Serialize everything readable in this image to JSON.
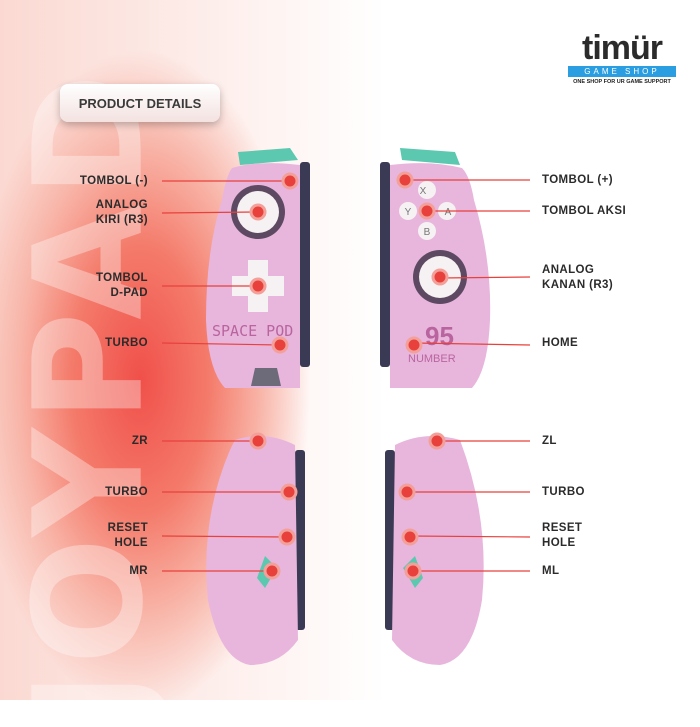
{
  "brand": {
    "name": "timür",
    "sub": "GAME SHOP",
    "tagline": "ONE SHOP FOR UR GAME SUPPORT"
  },
  "background_text": "JOYPAD",
  "header": "PRODUCT DETAILS",
  "controller_prints": {
    "left": "SPACE POD",
    "right_number": "95",
    "right_word": "NUMBER"
  },
  "face_buttons": [
    "X",
    "Y",
    "A",
    "B"
  ],
  "left_labels": [
    {
      "name": "tombol-minus",
      "lines": [
        "TOMBOL (-)"
      ]
    },
    {
      "name": "analog-kiri",
      "lines": [
        "ANALOG",
        "KIRI (R3)"
      ]
    },
    {
      "name": "tombol-dpad",
      "lines": [
        "TOMBOL",
        "D-PAD"
      ]
    },
    {
      "name": "turbo-front",
      "lines": [
        "TURBO"
      ]
    },
    {
      "name": "zr",
      "lines": [
        "ZR"
      ]
    },
    {
      "name": "turbo-side",
      "lines": [
        "TURBO"
      ]
    },
    {
      "name": "reset-hole",
      "lines": [
        "RESET",
        "HOLE"
      ]
    },
    {
      "name": "mr",
      "lines": [
        "MR"
      ]
    }
  ],
  "right_labels": [
    {
      "name": "tombol-plus",
      "lines": [
        "TOMBOL (+)"
      ]
    },
    {
      "name": "tombol-aksi",
      "lines": [
        "TOMBOL AKSI"
      ]
    },
    {
      "name": "analog-kanan",
      "lines": [
        "ANALOG",
        "KANAN (R3)"
      ]
    },
    {
      "name": "home",
      "lines": [
        "HOME"
      ]
    },
    {
      "name": "zl",
      "lines": [
        "ZL"
      ]
    },
    {
      "name": "turbo-side",
      "lines": [
        "TURBO"
      ]
    },
    {
      "name": "reset-hole",
      "lines": [
        "RESET",
        "HOLE"
      ]
    },
    {
      "name": "ml",
      "lines": [
        "ML"
      ]
    }
  ],
  "colors": {
    "body": "#e8b6dc",
    "accent": "#e8413c",
    "teal": "#5cc8b0"
  }
}
